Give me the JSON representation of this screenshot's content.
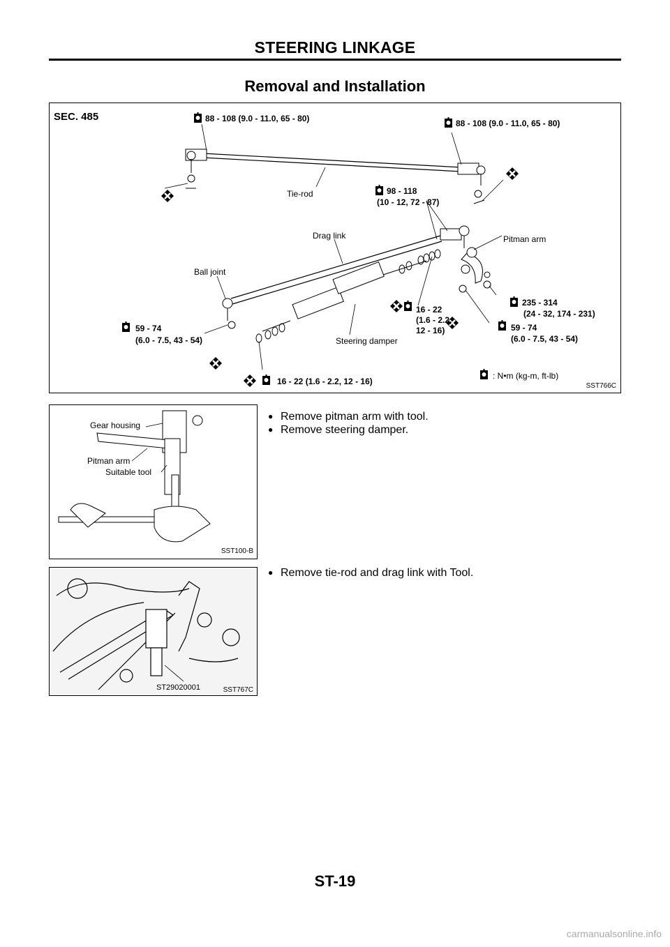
{
  "header": {
    "title": "STEERING LINKAGE"
  },
  "section": {
    "title": "Removal and Installation"
  },
  "figure_main": {
    "section_label": "SEC. 485",
    "code": "SST766C",
    "torque_tierod_left": "88 - 108 (9.0 - 11.0, 65 - 80)",
    "torque_tierod_right": "88 - 108 (9.0 - 11.0, 65 - 80)",
    "torque_drag_link_a": "98 - 118",
    "torque_drag_link_b": "(10 - 12, 72 - 87)",
    "torque_damper_a": "16 - 22",
    "torque_damper_b": "(1.6 - 2.2,",
    "torque_damper_c": "12 - 16)",
    "torque_pitman_a": "235 - 314",
    "torque_pitman_b": "(24 - 32, 174 - 231)",
    "torque_pitman_joint_a": "59 - 74",
    "torque_pitman_joint_b": "(6.0 - 7.5, 43 - 54)",
    "torque_ball_joint_a": "59 - 74",
    "torque_ball_joint_b": "(6.0 - 7.5, 43 - 54)",
    "torque_damper_bottom": "16 - 22 (1.6 - 2.2, 12 - 16)",
    "legend": ": N•m (kg-m, ft-lb)",
    "label_tierod": "Tie-rod",
    "label_drag_link": "Drag link",
    "label_ball_joint": "Ball joint",
    "label_pitman_arm": "Pitman arm",
    "label_steering_damper": "Steering damper"
  },
  "figure_small1": {
    "code": "SST100-B",
    "label_gear_housing": "Gear housing",
    "label_pitman_arm": "Pitman arm",
    "label_suitable_tool": "Suitable tool"
  },
  "figure_small2": {
    "code": "SST767C",
    "label_tool": "ST29020001"
  },
  "steps_1": [
    "Remove pitman arm with tool.",
    "Remove steering damper."
  ],
  "steps_2": [
    "Remove tie-rod and drag link with Tool."
  ],
  "footer": {
    "page": "ST-19"
  },
  "watermark": "carmanualsonline.info"
}
